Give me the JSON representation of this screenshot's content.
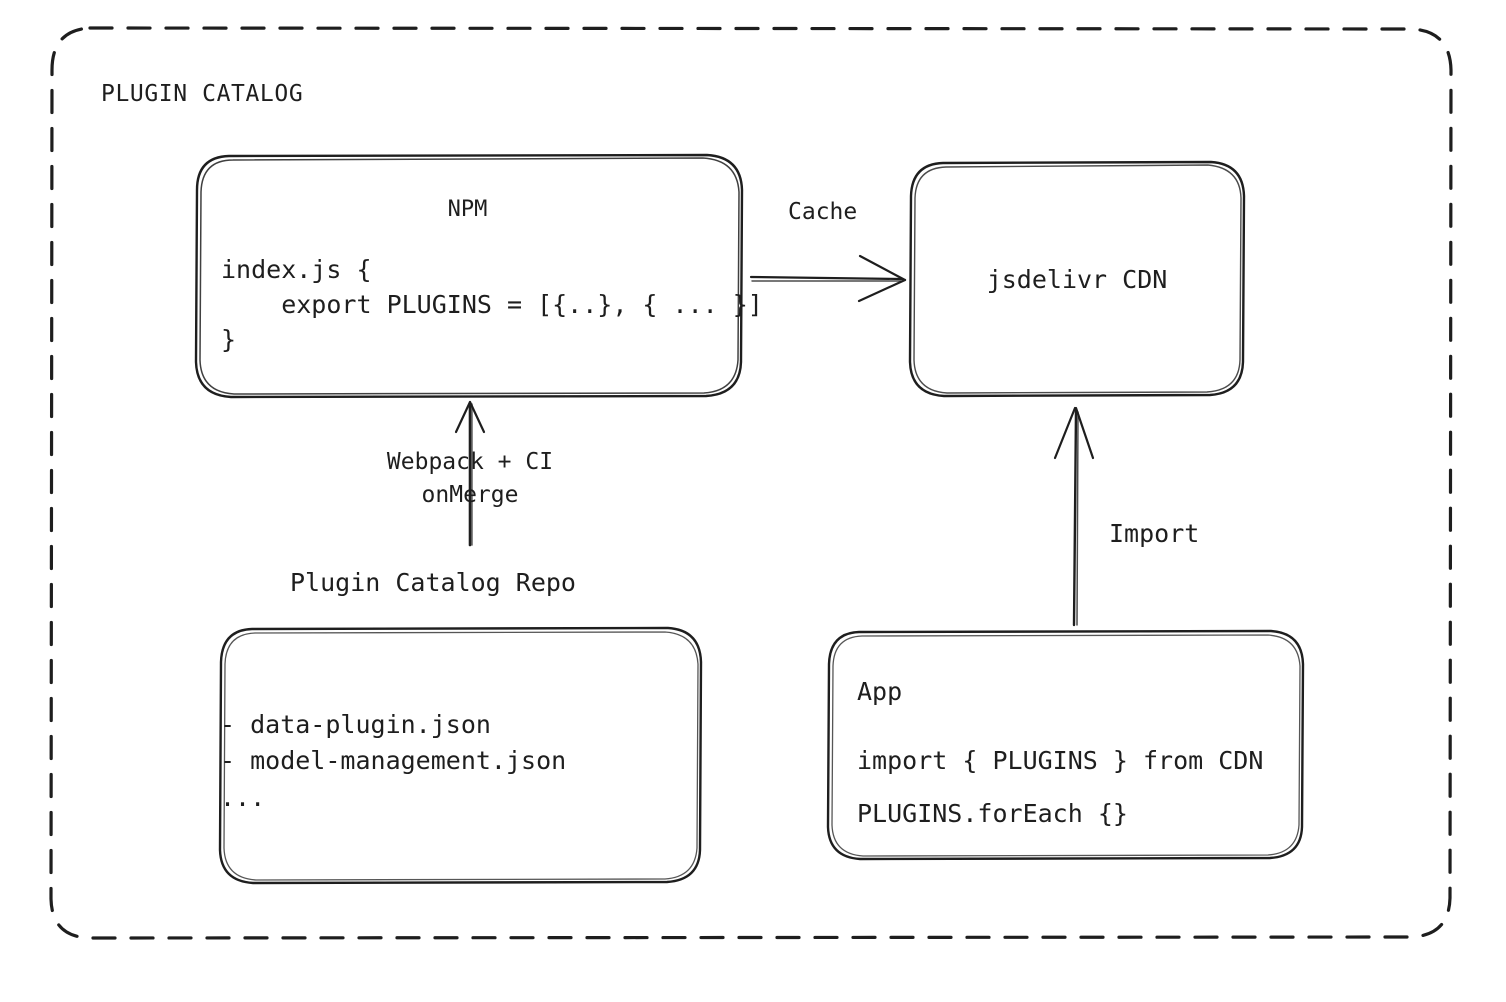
{
  "diagram": {
    "title": "PLUGIN CATALOG",
    "background": "#ffffff",
    "stroke": "#1e1e1e",
    "nodes": {
      "npm": {
        "title": "NPM",
        "code": "index.js {\n    export PLUGINS = [{..}, { ... }]\n}"
      },
      "cdn": {
        "title": "jsdelivr CDN"
      },
      "repo": {
        "caption": "Plugin Catalog Repo",
        "items": "- data-plugin.json\n- model-management.json\n..."
      },
      "app": {
        "title": "App",
        "import_line": "import { PLUGINS } from CDN",
        "foreach_line": "PLUGINS.forEach {}"
      }
    },
    "edges": {
      "cache": "Cache",
      "webpack": "Webpack + CI\nonMerge",
      "import": "Import"
    }
  }
}
